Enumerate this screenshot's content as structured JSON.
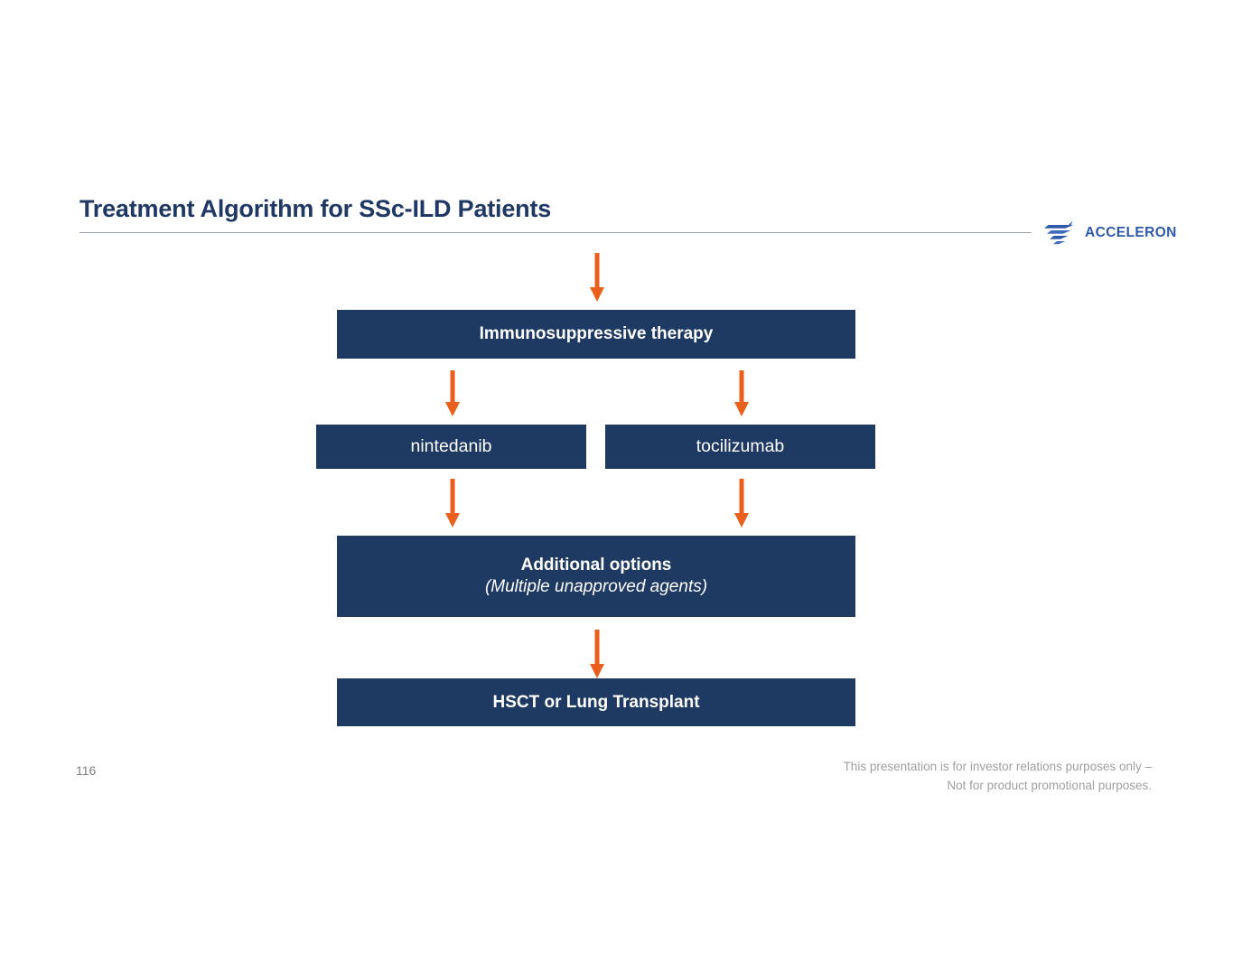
{
  "slide": {
    "title": "Treatment Algorithm for SSc-ILD Patients",
    "page_number": "116",
    "colors": {
      "node_fill": "#1e3a63",
      "arrow": "#e8601c",
      "title": "#1f3864",
      "rule": "#9aa3b0",
      "logo_blue": "#2e59a8",
      "footer_text": "#a0a0a0",
      "background": "#ffffff"
    }
  },
  "logo": {
    "name": "acceleron-logo",
    "text": "ACCELERON",
    "mark": "swoosh-chevron-mark"
  },
  "flow": {
    "nodes": [
      {
        "id": "immunosuppressive-therapy",
        "label": "Immunosuppressive therapy",
        "sub": "",
        "style": "bold"
      },
      {
        "id": "nintedanib",
        "label": "nintedanib",
        "sub": "",
        "style": "regular"
      },
      {
        "id": "tocilizumab",
        "label": "tocilizumab",
        "sub": "",
        "style": "regular"
      },
      {
        "id": "additional-options",
        "label": "Additional options",
        "sub": "(Multiple unapproved agents)",
        "style": "bold"
      },
      {
        "id": "hsct-or-lung-transplant",
        "label": "HSCT or Lung Transplant",
        "sub": "",
        "style": "bold"
      }
    ],
    "arrows": [
      {
        "id": "arrow-into-immunosuppressive",
        "from": "",
        "to": "immunosuppressive-therapy"
      },
      {
        "id": "arrow-immunosuppressive-to-nintedanib",
        "from": "immunosuppressive-therapy",
        "to": "nintedanib"
      },
      {
        "id": "arrow-immunosuppressive-to-tocilizumab",
        "from": "immunosuppressive-therapy",
        "to": "tocilizumab"
      },
      {
        "id": "arrow-nintedanib-to-additional-options",
        "from": "nintedanib",
        "to": "additional-options"
      },
      {
        "id": "arrow-tocilizumab-to-additional-options",
        "from": "tocilizumab",
        "to": "additional-options"
      },
      {
        "id": "arrow-additional-options-to-hsct",
        "from": "additional-options",
        "to": "hsct-or-lung-transplant"
      }
    ]
  },
  "footer": {
    "disclaimer_line_1": "This presentation is for investor relations purposes only –",
    "disclaimer_line_2": "Not for product promotional purposes."
  }
}
